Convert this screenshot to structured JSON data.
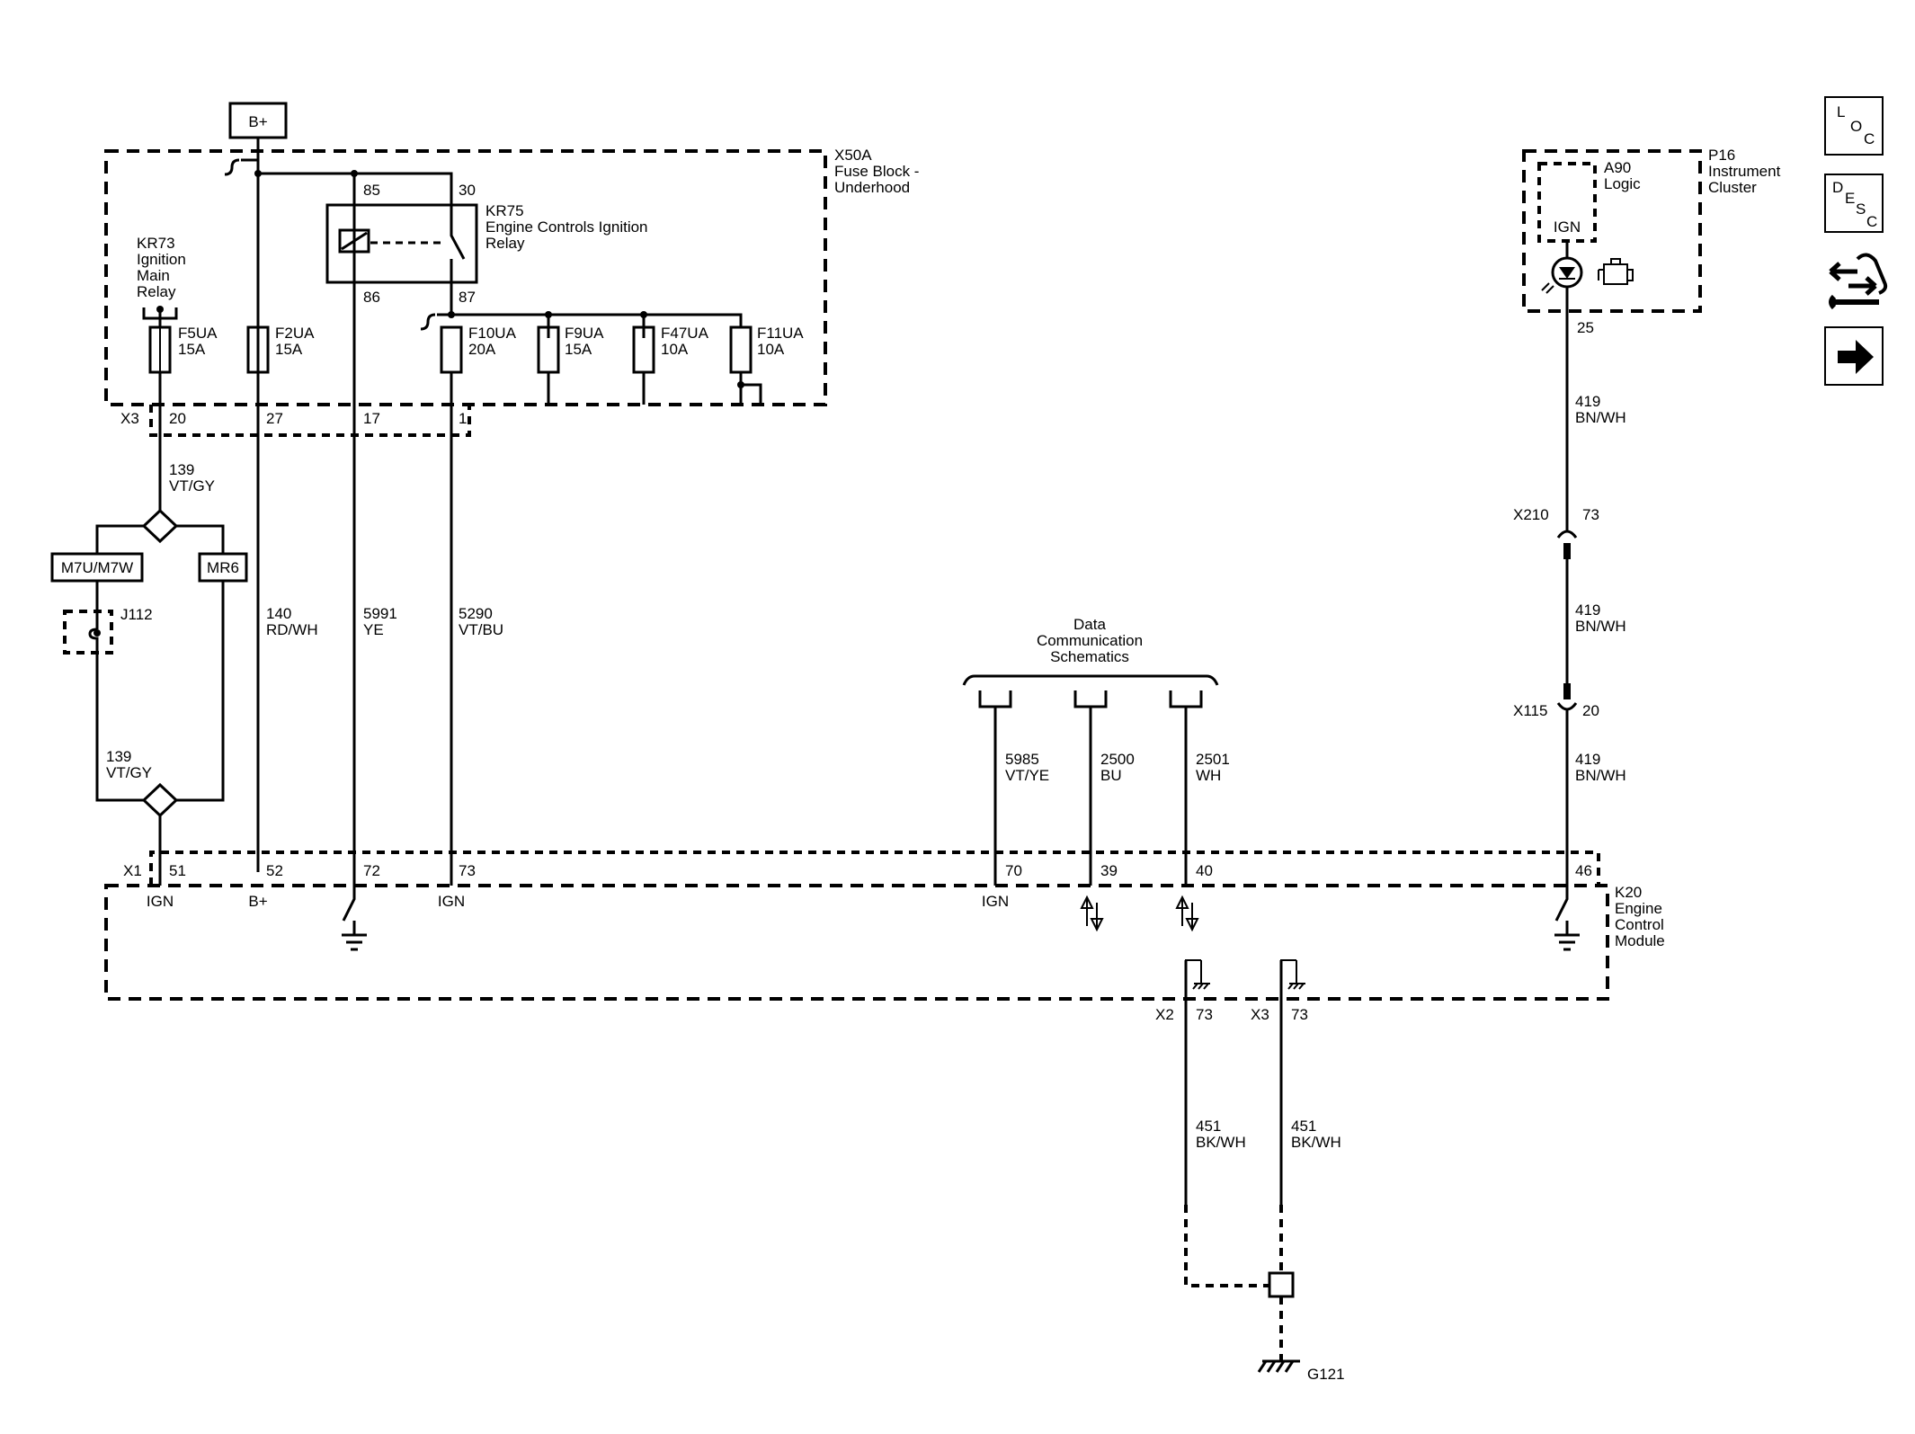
{
  "power_source": {
    "label": "B+"
  },
  "fuse_block": {
    "id": "X50A",
    "line1": "Fuse Block -",
    "line2": "Underhood",
    "connector": "X3"
  },
  "relays": {
    "kr73": {
      "id": "KR73",
      "line1": "Ignition",
      "line2": "Main",
      "line3": "Relay"
    },
    "kr75": {
      "id": "KR75",
      "line1": "Engine Controls Ignition",
      "line2": "Relay",
      "pin85": "85",
      "pin30": "30",
      "pin86": "86",
      "pin87": "87"
    }
  },
  "fuses": [
    {
      "name": "F5UA",
      "rating": "15A"
    },
    {
      "name": "F2UA",
      "rating": "15A"
    },
    {
      "name": "F10UA",
      "rating": "20A"
    },
    {
      "name": "F9UA",
      "rating": "15A"
    },
    {
      "name": "F47UA",
      "rating": "10A"
    },
    {
      "name": "F11UA",
      "rating": "10A"
    }
  ],
  "x3_pins": [
    "20",
    "27",
    "17",
    "1"
  ],
  "circuits": {
    "c139_top": {
      "num": "139",
      "color": "VT/GY"
    },
    "c139_bottom": {
      "num": "139",
      "color": "VT/GY"
    },
    "c140": {
      "num": "140",
      "color": "RD/WH"
    },
    "c5991": {
      "num": "5991",
      "color": "YE"
    },
    "c5290": {
      "num": "5290",
      "color": "VT/BU"
    },
    "c5985": {
      "num": "5985",
      "color": "VT/YE"
    },
    "c2500": {
      "num": "2500",
      "color": "BU"
    },
    "c2501": {
      "num": "2501",
      "color": "WH"
    },
    "c419_a": {
      "num": "419",
      "color": "BN/WH"
    },
    "c419_b": {
      "num": "419",
      "color": "BN/WH"
    },
    "c419_c": {
      "num": "419",
      "color": "BN/WH"
    },
    "c451_a": {
      "num": "451",
      "color": "BK/WH"
    },
    "c451_b": {
      "num": "451",
      "color": "BK/WH"
    }
  },
  "options": {
    "left": "M7U/M7W",
    "right": "MR6"
  },
  "splice_pack": {
    "id": "J112"
  },
  "data_comm": {
    "line1": "Data",
    "line2": "Communication",
    "line3": "Schematics"
  },
  "ecm": {
    "id": "K20",
    "line1": "Engine",
    "line2": "Control",
    "line3": "Module",
    "connector_x1": "X1",
    "pins": [
      "51",
      "52",
      "72",
      "73",
      "70",
      "39",
      "40",
      "46"
    ],
    "pin_labels": {
      "ign1": "IGN",
      "bplus": "B+",
      "ign2": "IGN",
      "ign3": "IGN"
    },
    "ground_connectors": [
      {
        "conn": "X2",
        "pin": "73"
      },
      {
        "conn": "X3",
        "pin": "73"
      }
    ]
  },
  "cluster": {
    "id": "P16",
    "line1": "Instrument",
    "line2": "Cluster",
    "logic_id": "A90",
    "logic_label": "Logic",
    "ign": "IGN",
    "pin": "25"
  },
  "inline_connectors": [
    {
      "id": "X210",
      "pin": "73"
    },
    {
      "id": "X115",
      "pin": "20"
    }
  ],
  "ground": {
    "id": "G121"
  },
  "nav": {
    "loc": [
      "L",
      "O",
      "C"
    ],
    "desc": [
      "D",
      "E",
      "S",
      "C"
    ],
    "icons": [
      "connector-swap-icon",
      "arrow-right-icon"
    ]
  }
}
